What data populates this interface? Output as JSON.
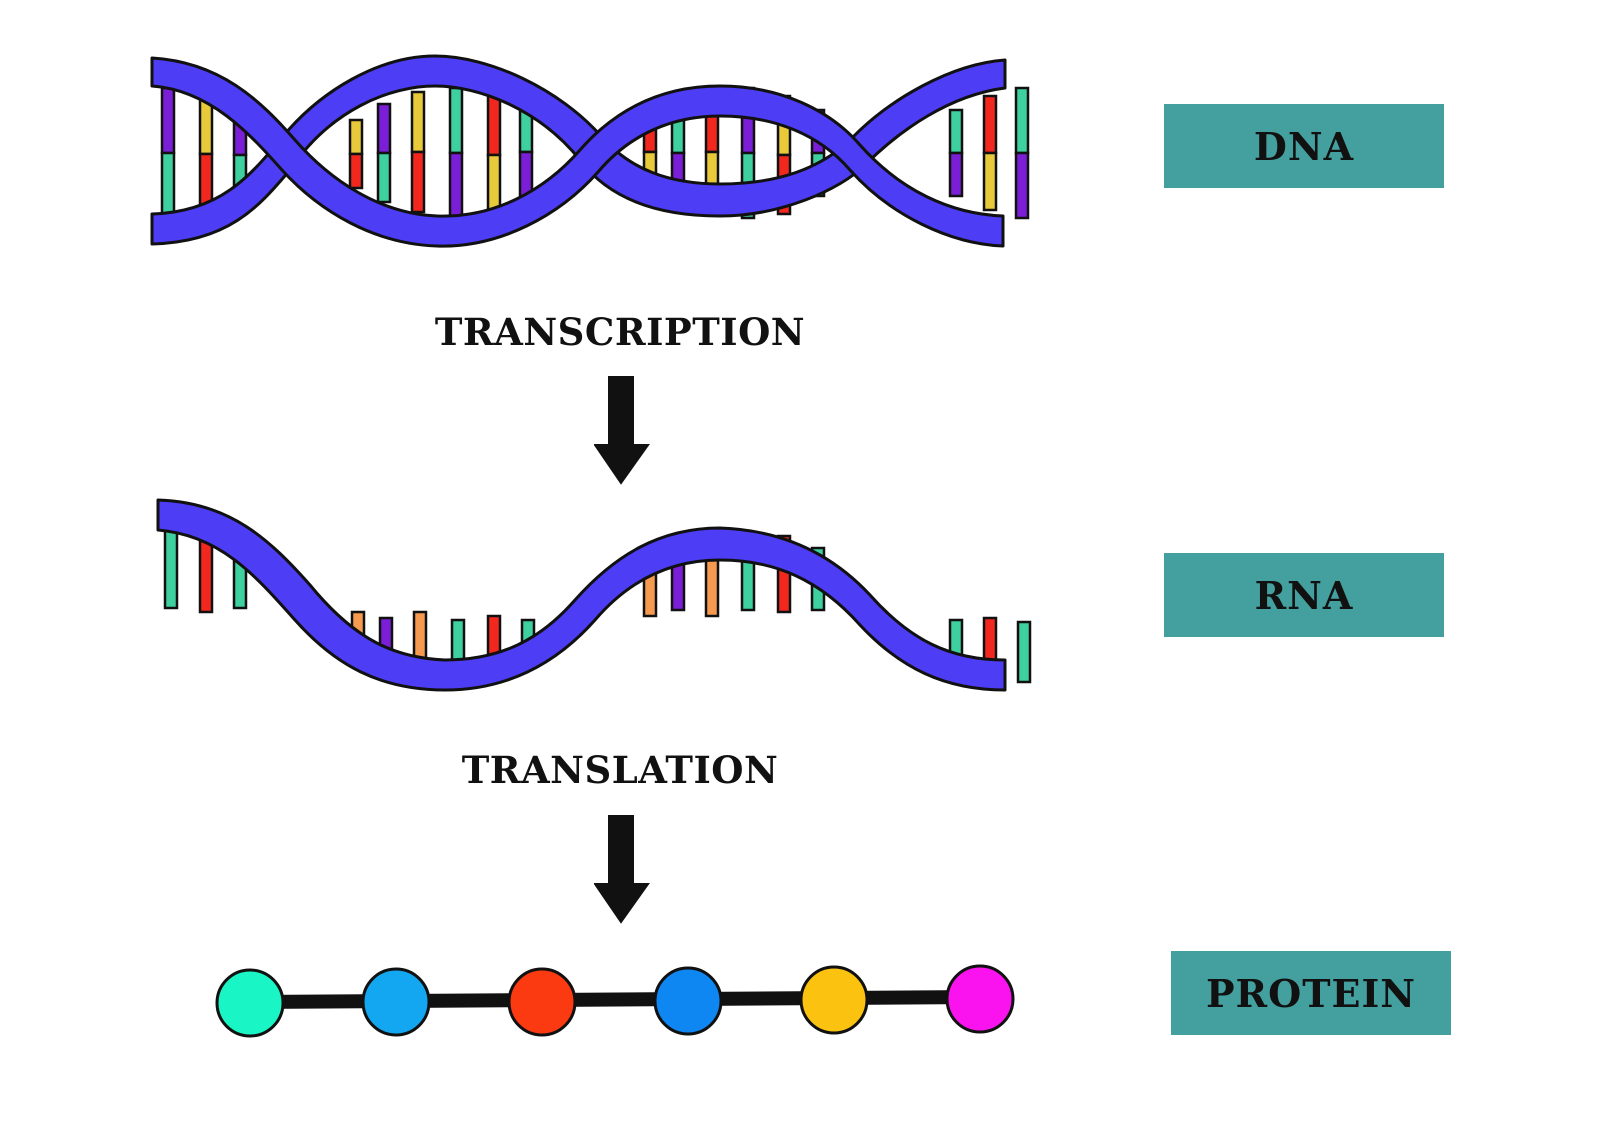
{
  "colors": {
    "background": "#ffffff",
    "helix": "#4d3df5",
    "outline": "#111111",
    "label_box": "#44a09f",
    "label_text": "#111111",
    "base_teal": "#3fd0a0",
    "base_purple": "#7a1ed8",
    "base_yellow": "#e8c93a",
    "base_red": "#f2281f",
    "base_orange": "#f59a4f"
  },
  "labels": {
    "dna": "DNA",
    "rna": "RNA",
    "protein": "PROTEIN"
  },
  "steps": {
    "transcription": "TRANSCRIPTION",
    "translation": "TRANSLATION"
  },
  "icons": {
    "down_arrow": "arrow-down-icon",
    "dna": "dna-double-helix-icon",
    "rna": "rna-strand-icon",
    "protein": "amino-acid-chain-icon"
  },
  "protein_beads": [
    "#19f5c4",
    "#13a7f2",
    "#fb3a12",
    "#0f87f3",
    "#fbc30f",
    "#fb13ef"
  ]
}
